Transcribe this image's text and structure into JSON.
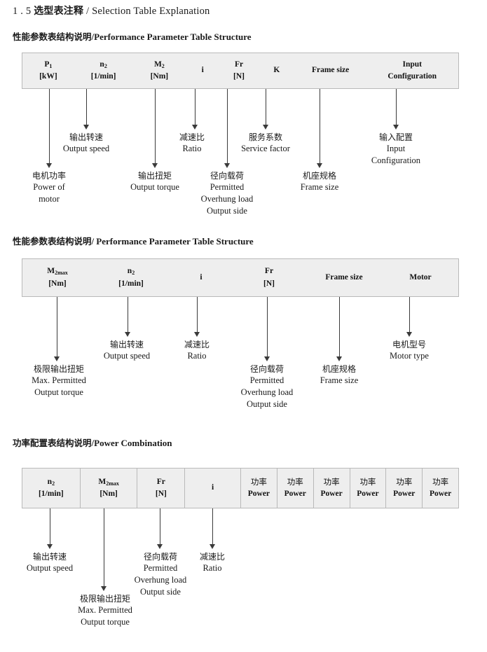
{
  "page": {
    "title_number": "1 . 5",
    "title_cn": "选型表注释",
    "title_sep": "/",
    "title_en": "Selection Table Explanation"
  },
  "sections": [
    {
      "heading_cn": "性能参数表结构说明",
      "heading_sep": "/",
      "heading_en": "Performance Parameter Table Structure",
      "table": {
        "divided": false,
        "columns": [
          {
            "line1": "P",
            "line1_sub": "1",
            "line2": "[kW]"
          },
          {
            "line1": "n",
            "line1_sub": "2",
            "line2": "[1/min]"
          },
          {
            "line1": "M",
            "line1_sub": "2",
            "line2": "[Nm]"
          },
          {
            "line1": "i",
            "line1_sub": "",
            "line2": ""
          },
          {
            "line1": "Fr",
            "line1_sub": "",
            "line2": "[N]"
          },
          {
            "line1": "K",
            "line1_sub": "",
            "line2": ""
          },
          {
            "line1": "Frame size",
            "line1_sub": "",
            "line2": ""
          },
          {
            "line1": "Input",
            "line1_sub": "",
            "line2": "Configuration"
          }
        ]
      },
      "annotations": [
        {
          "cn": "电机功率",
          "en": [
            "Power of",
            "motor"
          ]
        },
        {
          "cn": "输出转速",
          "en": [
            "Output speed"
          ]
        },
        {
          "cn": "输出扭矩",
          "en": [
            "Output torque"
          ]
        },
        {
          "cn": "减速比",
          "en": [
            "Ratio"
          ]
        },
        {
          "cn": "径向载荷",
          "en": [
            "Permitted",
            "Overhung load",
            "Output side"
          ]
        },
        {
          "cn": "服务系数",
          "en": [
            "Service factor"
          ]
        },
        {
          "cn": "机座规格",
          "en": [
            "Frame size"
          ]
        },
        {
          "cn": "输入配置",
          "en": [
            "Input",
            "Configuration"
          ]
        }
      ]
    },
    {
      "heading_cn": "性能参数表结构说明",
      "heading_sep": "/",
      "heading_en": "Performance Parameter Table Structure",
      "table": {
        "divided": false,
        "columns": [
          {
            "line1": "M",
            "line1_sub": "2max",
            "line2": "[Nm]"
          },
          {
            "line1": "n",
            "line1_sub": "2",
            "line2": "[1/min]"
          },
          {
            "line1": "i",
            "line1_sub": "",
            "line2": ""
          },
          {
            "line1": "Fr",
            "line1_sub": "",
            "line2": "[N]"
          },
          {
            "line1": "Frame size",
            "line1_sub": "",
            "line2": ""
          },
          {
            "line1": "Motor",
            "line1_sub": "",
            "line2": ""
          }
        ]
      },
      "annotations": [
        {
          "cn": "极限输出扭矩",
          "en": [
            "Max. Permitted",
            "Output  torque"
          ]
        },
        {
          "cn": "输出转速",
          "en": [
            "Output speed"
          ]
        },
        {
          "cn": "减速比",
          "en": [
            "Ratio"
          ]
        },
        {
          "cn": "径向载荷",
          "en": [
            "Permitted",
            "Overhung load",
            "Output side"
          ]
        },
        {
          "cn": "机座规格",
          "en": [
            "Frame size"
          ]
        },
        {
          "cn": "电机型号",
          "en": [
            "Motor type"
          ]
        }
      ]
    },
    {
      "heading_cn": "功率配置表结构说明",
      "heading_sep": "/",
      "heading_en": "Power Combination",
      "table": {
        "divided": true,
        "columns": [
          {
            "line1": "n",
            "line1_sub": "2",
            "line2": "[1/min]"
          },
          {
            "line1": "M",
            "line1_sub": "2max",
            "line2": "[Nm]"
          },
          {
            "line1": "Fr",
            "line1_sub": "",
            "line2": "[N]"
          },
          {
            "line1": "i",
            "line1_sub": "",
            "line2": ""
          },
          {
            "line1": "功率",
            "line1_sub": "",
            "line2": "Power"
          },
          {
            "line1": "功率",
            "line1_sub": "",
            "line2": "Power"
          },
          {
            "line1": "功率",
            "line1_sub": "",
            "line2": "Power"
          },
          {
            "line1": "功率",
            "line1_sub": "",
            "line2": "Power"
          },
          {
            "line1": "功率",
            "line1_sub": "",
            "line2": "Power"
          },
          {
            "line1": "功率",
            "line1_sub": "",
            "line2": "Power"
          }
        ]
      },
      "annotations": [
        {
          "cn": "输出转速",
          "en": [
            "Output speed"
          ]
        },
        {
          "cn": "极限输出扭矩",
          "en": [
            "Max. Permitted",
            "Output  torque"
          ]
        },
        {
          "cn": "径向载荷",
          "en": [
            "Permitted",
            "Overhung load",
            "Output side"
          ]
        },
        {
          "cn": "减速比",
          "en": [
            "Ratio"
          ]
        }
      ]
    }
  ]
}
